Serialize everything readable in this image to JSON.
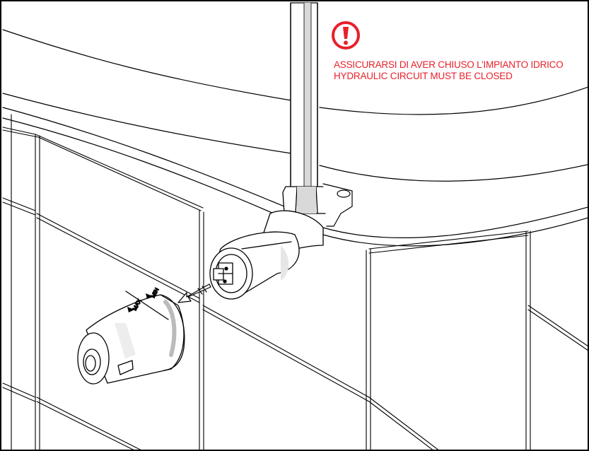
{
  "warning": {
    "icon": "exclamation-circle-icon",
    "color": "#e8202a",
    "line_it": "ASSICURARSI DI AVER CHIUSO L’IMPIANTO  IDRICO",
    "line_en": "HYDRAULIC CIRCUIT MUST BE CLOSED"
  },
  "knob": {
    "min_label": "MIN",
    "max_label": "MAX"
  }
}
